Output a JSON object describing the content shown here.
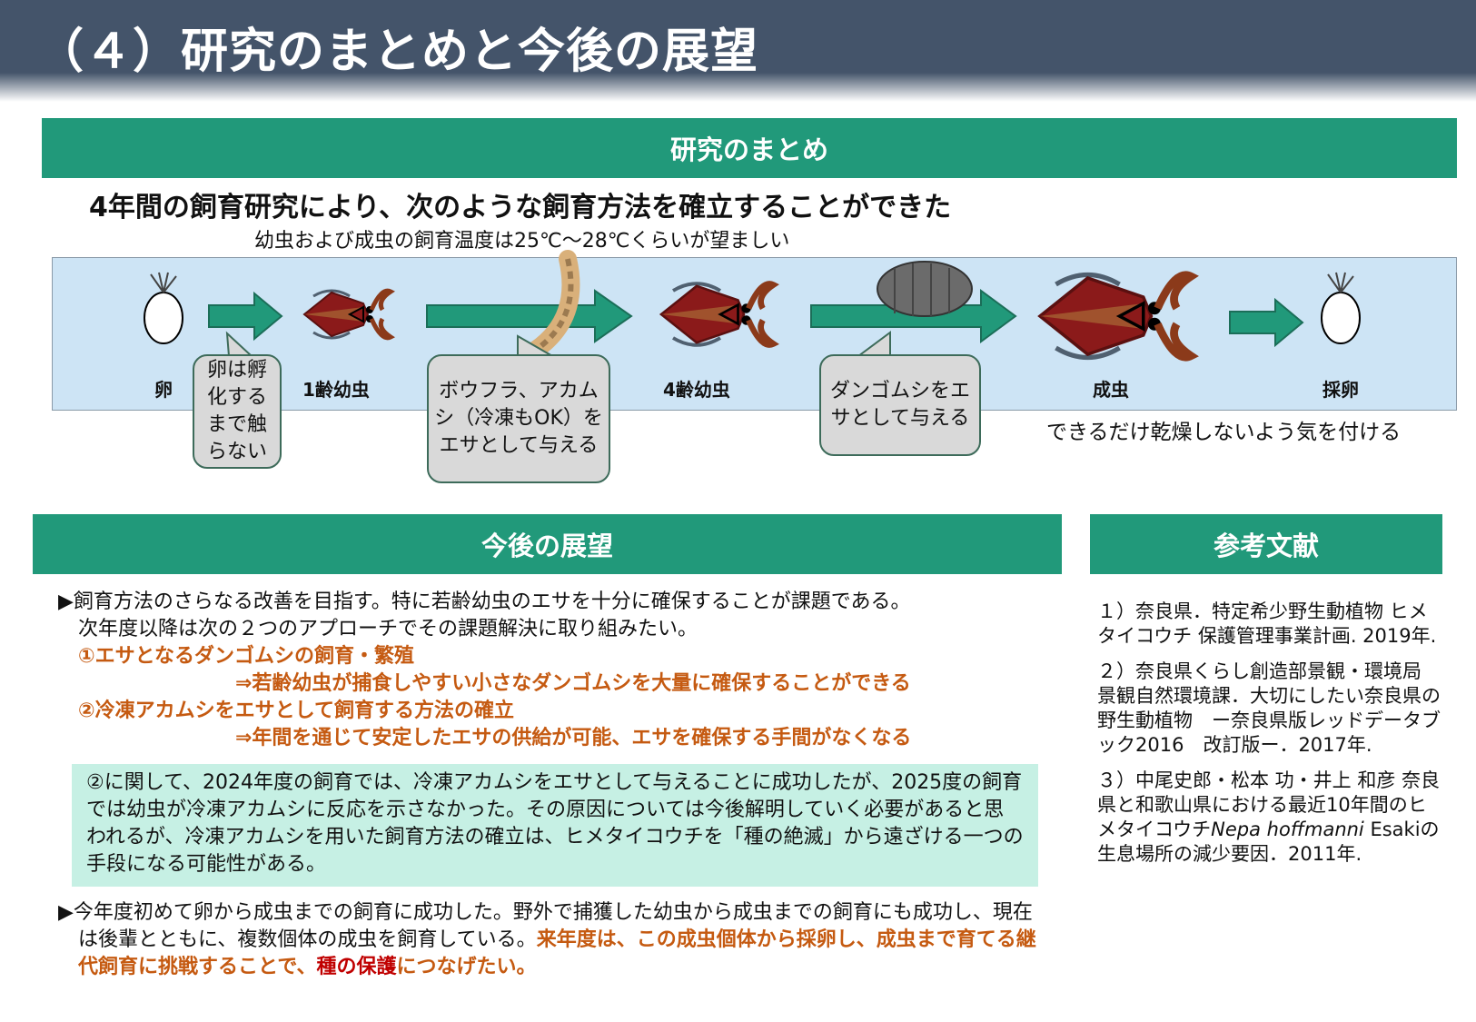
{
  "header": {
    "title": "（４）研究のまとめと今後の展望"
  },
  "summary": {
    "heading": "研究のまとめ",
    "lead": "4年間の飼育研究により、次のような飼育方法を確立することができた",
    "temperature_note": "幼虫および成虫の飼育温度は25℃～28℃くらいが望ましい",
    "stages": [
      "卵",
      "1齢幼虫",
      "4齢幼虫",
      "成虫",
      "採卵"
    ],
    "bubbles": [
      "卵は孵化するまで触らない",
      "ボウフラ、アカムシ（冷凍もOK）をエサとして与える",
      "ダンゴムシをエサとして与える"
    ],
    "dry_note": "できるだけ乾燥しないよう気を付ける"
  },
  "outlook": {
    "heading": "今後の展望",
    "p1": "▶飼育方法のさらなる改善を目指す。特に若齢幼虫のエサを十分に確保することが課題である。",
    "p1b": "次年度以降は次の２つのアプローチでその課題解決に取り組みたい。",
    "a1": "①エサとなるダンゴムシの飼育・繁殖",
    "a1r": "⇒若齢幼虫が捕食しやすい小さなダンゴムシを大量に確保することができる",
    "a2": "②冷凍アカムシをエサとして飼育する方法の確立",
    "a2r": "⇒年間を通じて安定したエサの供給が可能、エサを確保する手間がなくなる",
    "note": "②に関して、2024年度の飼育では、冷凍アカムシをエサとして与えることに成功したが、2025度の飼育では幼虫が冷凍アカムシに反応を示さなかった。その原因については今後解明していく必要があると思われるが、冷凍アカムシを用いた飼育方法の確立は、ヒメタイコウチを「種の絶滅」から遠ざける一つの手段になる可能性がある。",
    "p2": "▶今年度初めて卵から成虫までの飼育に成功した。野外で捕獲した幼虫から成虫までの飼育にも成功し、現在は後輩とともに、複数個体の成虫を飼育している。",
    "p2o": "来年度は、この成虫個体から採卵し、成虫まで育てる継代飼育に挑戦することで、",
    "p2r": "種の保護",
    "p2e": "につなげたい。"
  },
  "references": {
    "heading": "参考文献",
    "r1": "１）奈良県．特定希少野生動植物 ヒメタイコウチ 保護管理事業計画. 2019年.",
    "r2": "２）奈良県くらし創造部景観・環境局 景観自然環境課．大切にしたい奈良県の野生動植物　ー奈良県版レッドデータブック2016　改訂版ー．2017年.",
    "r3a": "３）中尾史郎・松本 功・井上 和彦 奈良県と和歌山県における最近10年間のヒメタイコウチ",
    "r3i": "Nepa hoffmanni",
    "r3b": " Esakiの生息場所の減少要因．2011年."
  }
}
